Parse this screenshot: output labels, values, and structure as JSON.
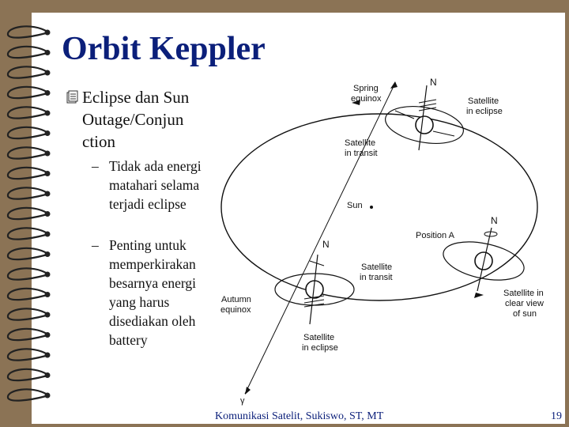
{
  "slide": {
    "title": "Orbit Keppler",
    "bullet": "Eclipse dan Sun Outage/Conjun ction",
    "subbullets": [
      {
        "dash": "–",
        "text": "Tidak ada energi matahari selama terjadi eclipse"
      },
      {
        "dash": "–",
        "text": "Penting untuk memperkirakan besarnya energi yang harus disediakan oleh battery"
      }
    ],
    "footer": "Komunikasi Satelit, Sukiswo, ST, MT",
    "page_number": "19"
  },
  "diagram": {
    "labels": {
      "spring": "Spring",
      "equinox1": "equinox",
      "n_top": "N",
      "sat_eclipse_top_1": "Satellite",
      "sat_eclipse_top_2": "in eclipse",
      "sat_transit_top_1": "Satellite",
      "sat_transit_top_2": "in transit",
      "sun": "Sun",
      "n_right": "N",
      "position_a": "Position A",
      "n_left": "N",
      "sat_transit_bottom_1": "Satellite",
      "sat_transit_bottom_2": "in transit",
      "sat_clear_1": "Satellite in",
      "sat_clear_2": "clear view",
      "sat_clear_3": "of sun",
      "autumn": "Autumn",
      "equinox2": "equinox",
      "sat_eclipse_bottom_1": "Satellite",
      "sat_eclipse_bottom_2": "in eclipse",
      "gamma": "γ"
    }
  },
  "colors": {
    "frame": "#8b7355",
    "title": "#0b1f7a",
    "footer": "#0b1f7a"
  }
}
